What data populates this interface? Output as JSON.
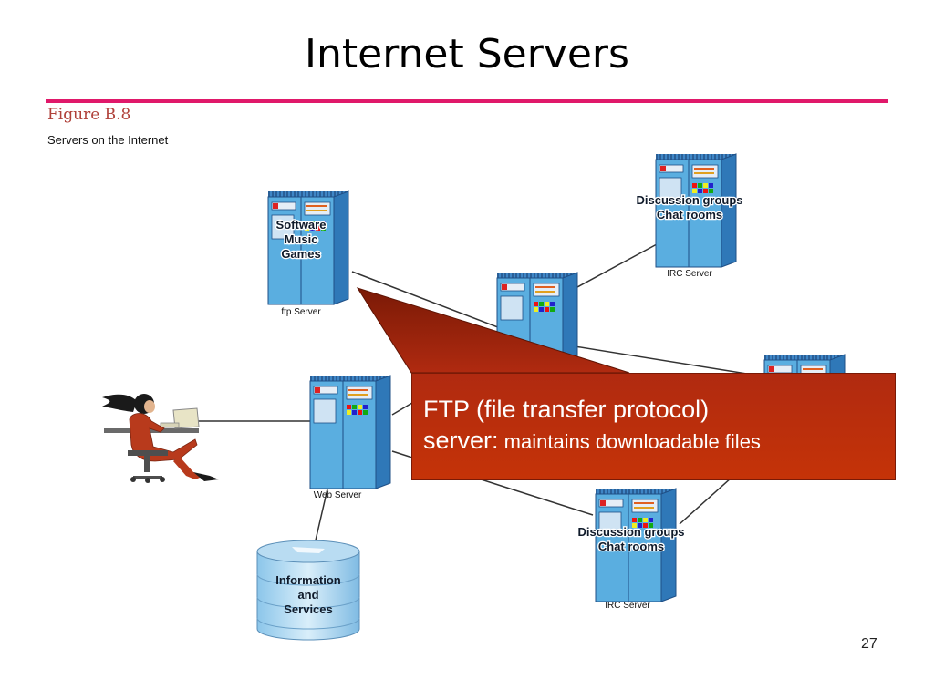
{
  "slide": {
    "title": "Internet Servers",
    "figure_label": "Figure B.8",
    "figure_caption": "Servers on the Internet",
    "page_number": "27"
  },
  "servers": {
    "ftp": {
      "line1": "Software",
      "line2": "Music",
      "line3": "Games",
      "caption": "ftp Server"
    },
    "irc_top": {
      "line1": "Discussion groups",
      "line2": "Chat rooms",
      "caption": "IRC Server"
    },
    "web": {
      "caption": "Web Server"
    },
    "irc_bottom": {
      "line1": "Discussion groups",
      "line2": "Chat rooms",
      "caption": "IRC Server"
    }
  },
  "database": {
    "line1": "Information",
    "line2": "and",
    "line3": "Services"
  },
  "callout": {
    "line1": "FTP (file transfer protocol)",
    "line2_main": "server:",
    "line2_rest": " maintains downloadable files"
  },
  "colors": {
    "title_rule": "#e0186a",
    "figure_label": "#b0413a",
    "server_front": "#5aaee0",
    "server_side": "#2f78b8",
    "callout_fill": "#c53308"
  }
}
